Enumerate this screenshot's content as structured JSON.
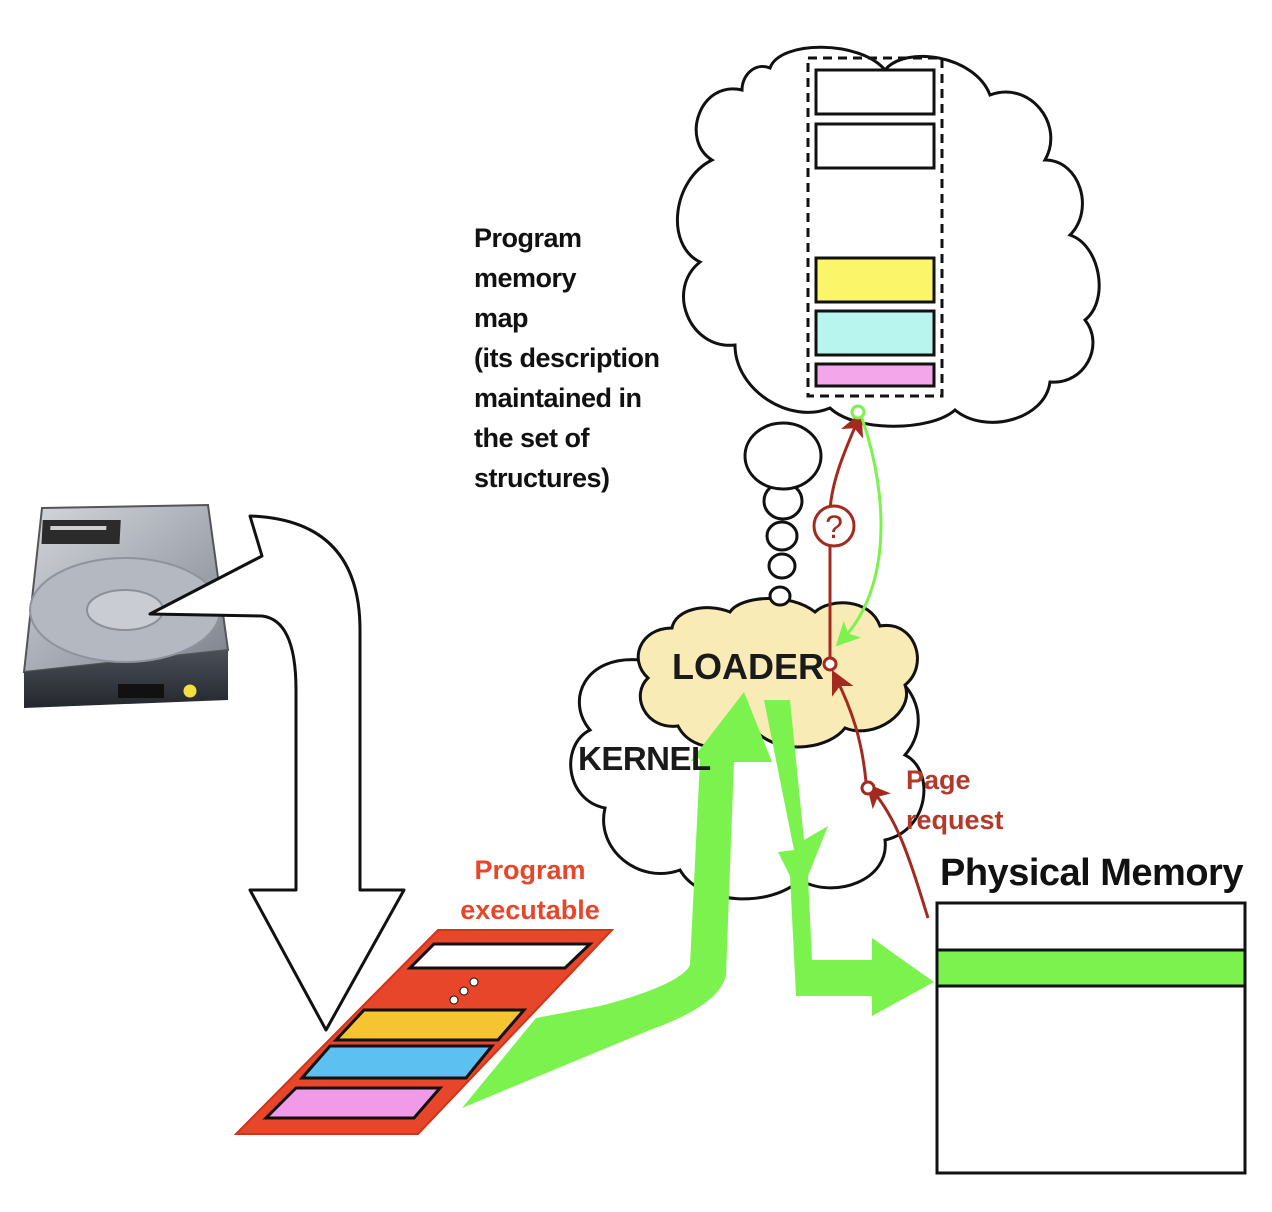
{
  "memory_map": {
    "description_lines": [
      "Program",
      "memory",
      "map",
      "(its description",
      "maintained in",
      "the set of",
      "structures)"
    ]
  },
  "loader": {
    "label": "LOADER"
  },
  "kernel": {
    "label": "KERNEL"
  },
  "executable": {
    "label_lines": [
      "Program",
      "executable"
    ]
  },
  "page_request": {
    "label_lines": [
      "Page",
      "request"
    ]
  },
  "physical_memory": {
    "label": "Physical Memory"
  },
  "question_mark": "?",
  "colors": {
    "executable_red": "#e8462a",
    "segment_yellow": "#f6c431",
    "segment_blue": "#5cc1f0",
    "segment_pink": "#f19ae8",
    "map_yellow": "#fbf56a",
    "map_cyan": "#b8f5ee",
    "map_pink": "#f4a6ea",
    "flow_green": "#7cf24e",
    "loader_fill": "#f8ebb6",
    "request_red": "#a32a1e"
  }
}
